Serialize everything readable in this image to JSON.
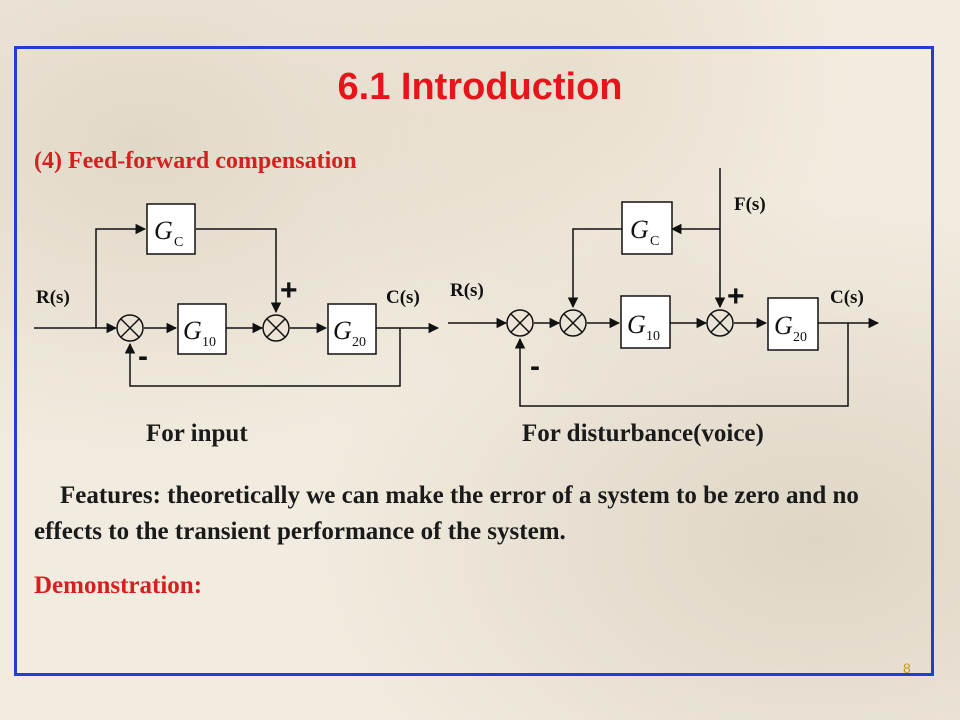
{
  "slide": {
    "title": "6.1 Introduction",
    "subtitle": "(4) Feed-forward compensation",
    "caption_left": "For input",
    "caption_right": "For disturbance(voice)",
    "features_text": "Features: theoretically we can make the error of a system to be zero and no effects to the transient performance of the system.",
    "demonstration": "Demonstration:",
    "page_number": "8"
  },
  "diagram_left": {
    "input_label": "R(s)",
    "output_label": "C(s)",
    "plus_sign": "+",
    "minus_sign": "-",
    "blocks": [
      {
        "main": "G",
        "sub": "C"
      },
      {
        "main": "G",
        "sub": "10"
      },
      {
        "main": "G",
        "sub": "20"
      }
    ]
  },
  "diagram_right": {
    "input_label": "R(s)",
    "output_label": "C(s)",
    "disturbance_label": "F(s)",
    "plus_sign": "+",
    "minus_sign": "-",
    "blocks": [
      {
        "main": "G",
        "sub": "C"
      },
      {
        "main": "G",
        "sub": "10"
      },
      {
        "main": "G",
        "sub": "20"
      }
    ]
  },
  "colors": {
    "frame": "#1c3fd6",
    "title": "#e8141c",
    "accent_text": "#d62020",
    "body_text": "#1a1a1a",
    "page_number": "#c89a20"
  }
}
